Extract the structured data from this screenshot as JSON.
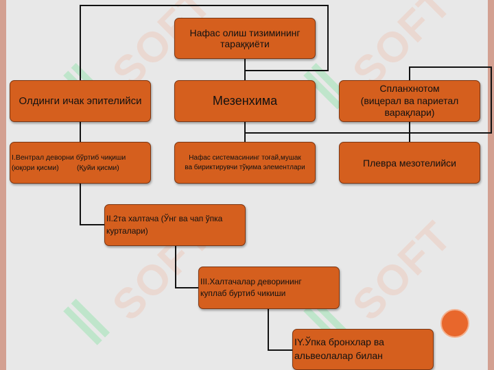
{
  "diagram": {
    "root": "Нафас олиш тизимининг\nтараққиёти",
    "foregut": "Олдинги ичак эпителийси",
    "mesenchyme": "Мезенхима",
    "splanchnotome": "Спланхнотом\n(вицерал ва париетал\nварақлари)",
    "step1": "I.Вентрал деворни бўртиб чиқиши\n(юқори қисми)         (Қуйи қисми)",
    "mesenchyme_derivative": "Нафас системасининг тоғай,мушак\nва бириктирувчи тўқима элементлари",
    "pleura": "Плевра мезотелийси",
    "step2": "II.2та халтача (Ўнг ва чап ўпка\nкурталари)",
    "step3": "III.Халтачалар деворининг\nкуплаб буртиб чикиши",
    "step4": "IY.Ўпка бронхлар ва\nальвеолалар билан"
  },
  "watermark": "SOFT",
  "colors": {
    "box_fill": "#d55f1e",
    "connector": "#111111",
    "frame_accent": "#d3a091",
    "watermark_green": "#8fe3a8"
  }
}
